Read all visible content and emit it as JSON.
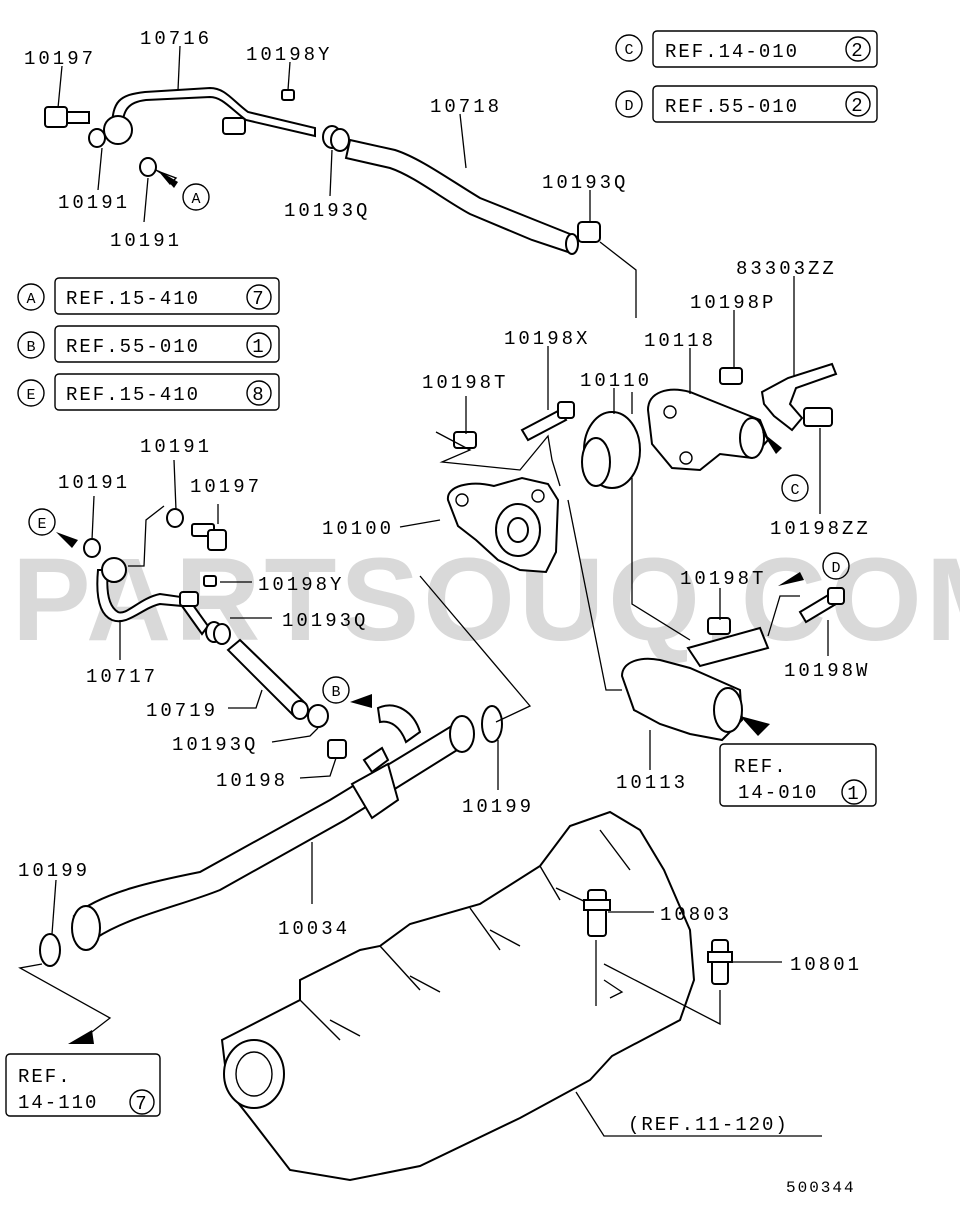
{
  "diagram_id": "500344",
  "watermark": "PARTSOUQ.COM",
  "part_labels": {
    "p10716": "10716",
    "p10197_top": "10197",
    "p10198Y_top": "10198Y",
    "p10718": "10718",
    "p10191_a": "10191",
    "p10191_b": "10191",
    "p10193Q_top": "10193Q",
    "p10193Q_mid": "10193Q",
    "p83303ZZ": "83303ZZ",
    "p10198P": "10198P",
    "p10118": "10118",
    "p10198X": "10198X",
    "p10198T_top": "10198T",
    "p10110": "10110",
    "p10191_c": "10191",
    "p10191_d": "10191",
    "p10197_mid": "10197",
    "p10100": "10100",
    "p10198ZZ": "10198ZZ",
    "p10198Y_mid": "10198Y",
    "p10198T_mid": "10198T",
    "p10193Q_left": "10193Q",
    "p10717": "10717",
    "p10198W": "10198W",
    "p10719": "10719",
    "p10193Q_low": "10193Q",
    "p10198": "10198",
    "p10113": "10113",
    "p10199_mid": "10199",
    "p10199_left": "10199",
    "p10034": "10034",
    "p10803": "10803",
    "p10801": "10801"
  },
  "refs": {
    "C": {
      "letter": "C",
      "text": "REF.14-010",
      "num": "2"
    },
    "D": {
      "letter": "D",
      "text": "REF.55-010",
      "num": "2"
    },
    "A": {
      "letter": "A",
      "text": "REF.15-410",
      "num": "7"
    },
    "B": {
      "letter": "B",
      "text": "REF.55-010",
      "num": "1"
    },
    "E": {
      "letter": "E",
      "text": "REF.15-410",
      "num": "8"
    },
    "out1": {
      "line1": "REF.",
      "line2": "14-010",
      "num": "1"
    },
    "out2": {
      "line1": "REF.",
      "line2": "14-110",
      "num": "7"
    },
    "manifold": "(REF.11-120)"
  },
  "arrow_markers": {
    "A": "A",
    "B": "B",
    "C": "C",
    "D": "D",
    "E": "E"
  }
}
